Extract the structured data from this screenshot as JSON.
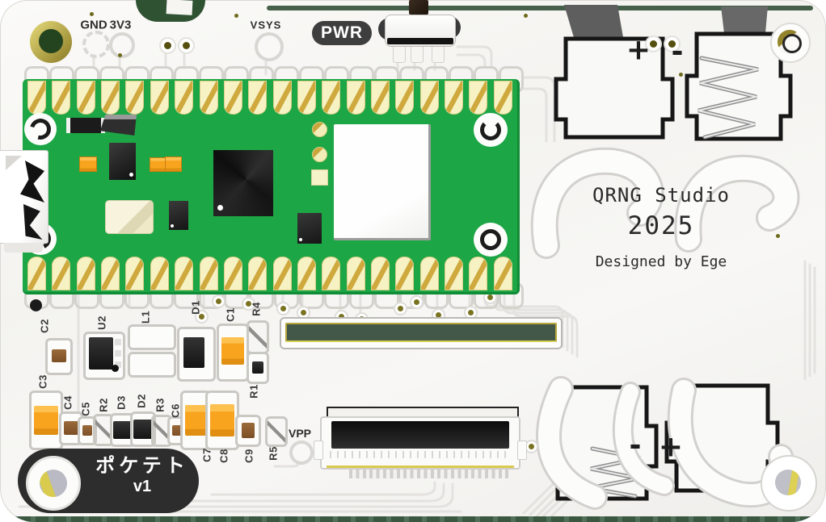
{
  "labels": {
    "gnd": "GND",
    "v33": "3V3",
    "vsys": "VSYS",
    "pwr": "PWR",
    "vpp": "VPP"
  },
  "title_block": {
    "line1": "QRNG Studio",
    "line2": "2025",
    "credit": "Designed by Ege"
  },
  "name_badge": {
    "name": "ポケテト",
    "version": "v1"
  },
  "battery_top": {
    "plus": "+",
    "minus": "-"
  },
  "battery_bottom": {
    "minus": "-",
    "plus": "+"
  },
  "refdes": {
    "c1": "C1",
    "c2": "C2",
    "c3": "C3",
    "c4": "C4",
    "c5": "C5",
    "c6": "C6",
    "c7": "C7",
    "c8": "C8",
    "c9": "C9",
    "r1": "R1",
    "r2": "R2",
    "r3": "R3",
    "r4": "R4",
    "r5": "R5",
    "d1": "D1",
    "d2": "D2",
    "d3": "D3",
    "u2": "U2",
    "l1": "L1"
  },
  "colors": {
    "board": "#f6f5f2",
    "green": "#1da645",
    "gold": "#c9a63c",
    "pad_yellow": "#f4f0bd",
    "orange": "#f8a41f",
    "badge_dark": "#2d2d2d",
    "silk_dark": "#2e2e2e",
    "trace": "#e3e2df",
    "edge_green": "#3a5740"
  }
}
